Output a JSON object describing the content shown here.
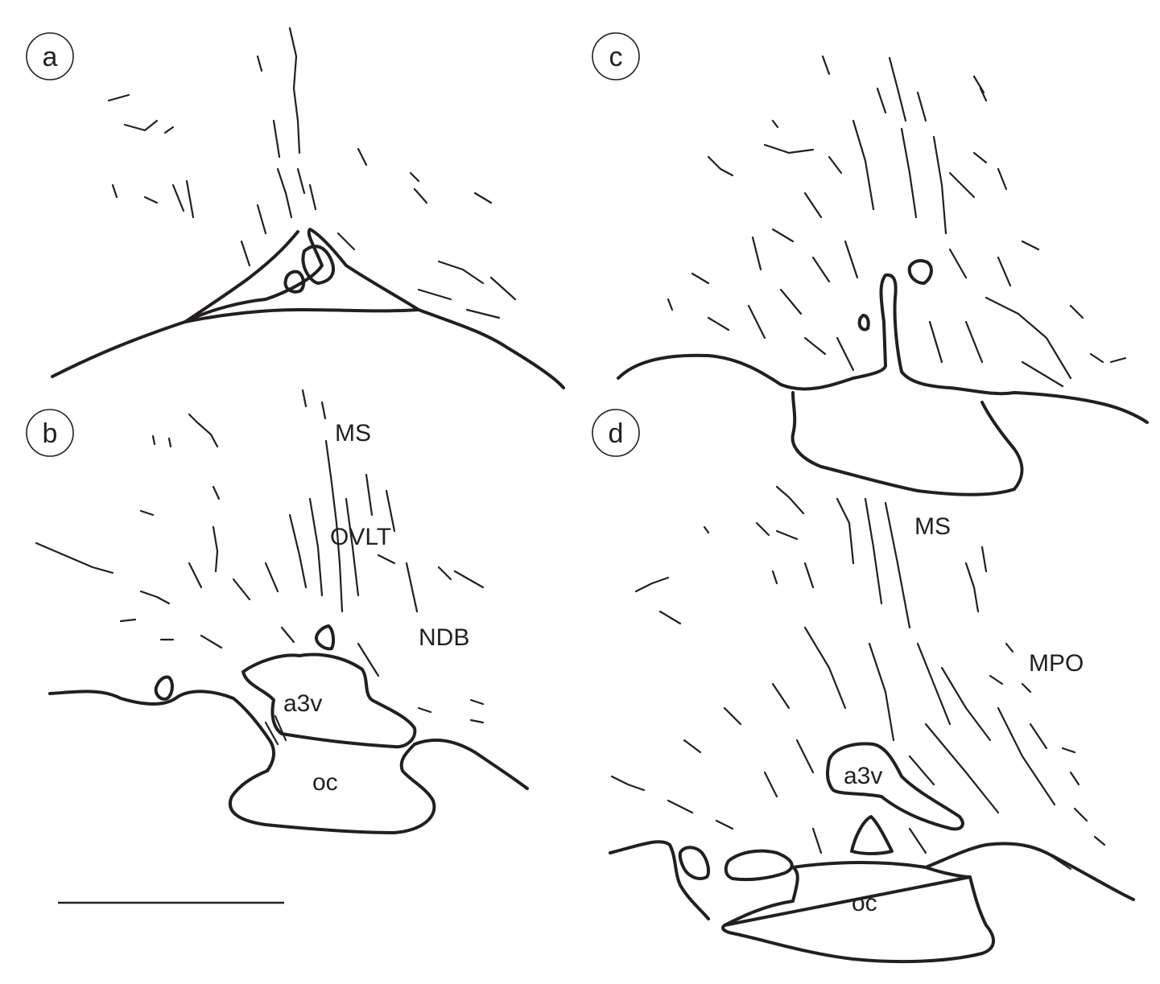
{
  "panels": {
    "a": {
      "letter": "a"
    },
    "b": {
      "letter": "b",
      "labels": {
        "ms": "MS",
        "ovlt": "OVLT",
        "ndb": "NDB",
        "a3v": "a3v",
        "oc": "oc"
      }
    },
    "c": {
      "letter": "c"
    },
    "d": {
      "letter": "d",
      "labels": {
        "ms": "MS",
        "mpo": "MPO",
        "a3v": "a3v",
        "oc": "oc"
      }
    }
  },
  "colors": {
    "ink": "#231f20",
    "background": "#ffffff"
  }
}
